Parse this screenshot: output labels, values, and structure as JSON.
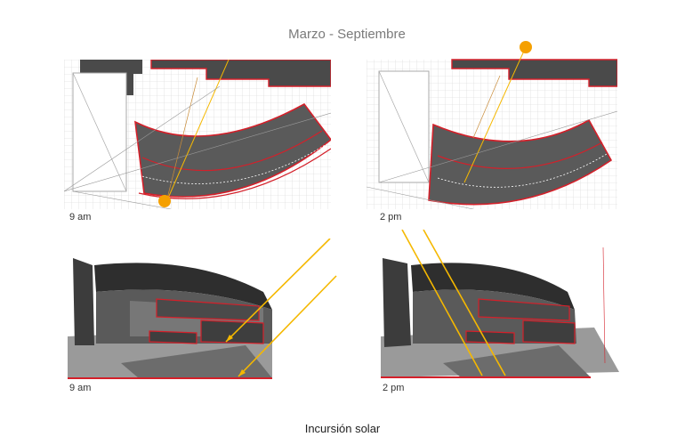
{
  "header": {
    "title": "Marzo - Septiembre"
  },
  "panels": [
    {
      "label": "9 am"
    },
    {
      "label": "2 pm"
    },
    {
      "label": "9 am"
    },
    {
      "label": "2 pm"
    }
  ],
  "footer": {
    "caption": "Incursión solar"
  },
  "colors": {
    "sun": "#f5a000",
    "sun_ray": "#f5b800",
    "outline": "#d4202a",
    "building": "#4a4a4a",
    "grid": "#d0d0d0"
  }
}
